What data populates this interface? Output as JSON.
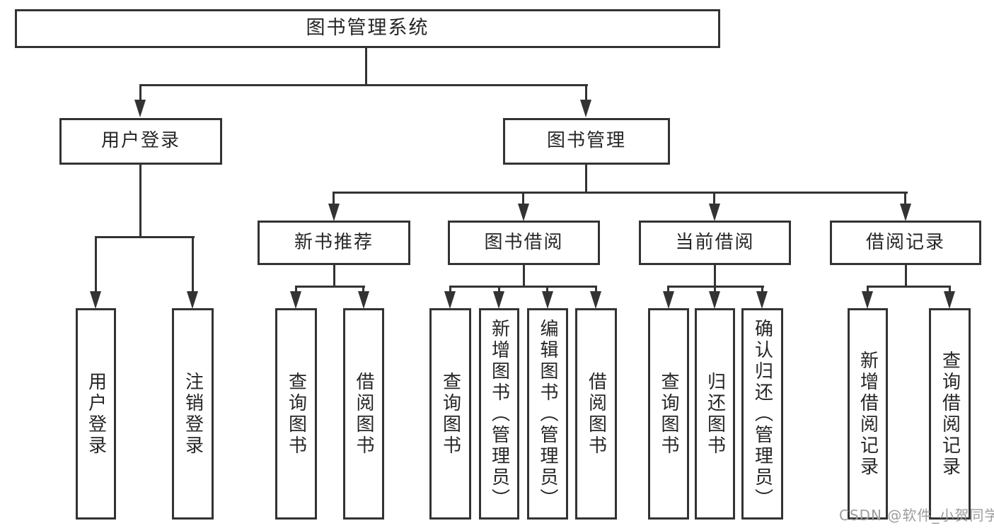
{
  "colors": {
    "background": "#ffffff",
    "line": "#333333",
    "box_border": "#333333",
    "text": "#262626",
    "watermark": "#9c9c9c"
  },
  "tree": {
    "root": {
      "label": "图书管理系统"
    },
    "user_login": {
      "label": "用户登录",
      "children": [
        {
          "label": "用户登录"
        },
        {
          "label": "注销登录"
        }
      ]
    },
    "book_mgmt": {
      "label": "图书管理",
      "sections": {
        "new_books": {
          "label": "新书推荐",
          "children": [
            {
              "label": "查询图书"
            },
            {
              "label": "借阅图书"
            }
          ]
        },
        "book_borrow": {
          "label": "图书借阅",
          "children": [
            {
              "label": "查询图书"
            },
            {
              "label": "新增图书（管理员）"
            },
            {
              "label": "编辑图书（管理员）"
            },
            {
              "label": "借阅图书"
            }
          ]
        },
        "current_borrow": {
          "label": "当前借阅",
          "children": [
            {
              "label": "查询图书"
            },
            {
              "label": "归还图书"
            },
            {
              "label": "确认归还（管理员）"
            }
          ]
        },
        "borrow_records": {
          "label": "借阅记录",
          "children": [
            {
              "label": "新增借阅记录"
            },
            {
              "label": "查询借阅记录"
            }
          ]
        }
      }
    }
  },
  "watermark": {
    "text": "CSDN @软件_小贺同学"
  }
}
